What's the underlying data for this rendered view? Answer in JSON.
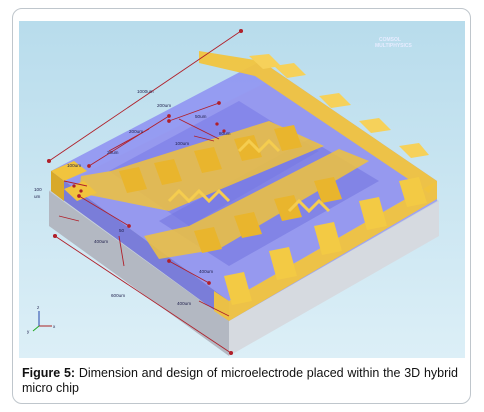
{
  "figure": {
    "label": "Figure 5:",
    "caption": "Dimension and design of microelectrode placed within the 3D hybrid micro chip",
    "watermark_line1": "COMSOL",
    "watermark_line2": "MULTIPHYSICS"
  },
  "dimension_labels": {
    "d1": "1000um",
    "d2": "200um",
    "d3": "50um",
    "d4": "80um",
    "d5": "200um",
    "d6": "100um",
    "d7": "20um",
    "d8": "100um",
    "d9": "100",
    "d10": "um",
    "d11": "400um",
    "d12": "50",
    "d13": "400um",
    "d14": "400um",
    "d15": "600um"
  },
  "axis_triad": {
    "x": "x",
    "y": "y",
    "z": "z"
  },
  "colors": {
    "background": "#bfe0ee",
    "chip_purple": "#8a8cf0",
    "electrode_yellow": "#f0c23c",
    "dimension_line": "#b0202a",
    "substrate_gray": "#cfd3d8"
  }
}
